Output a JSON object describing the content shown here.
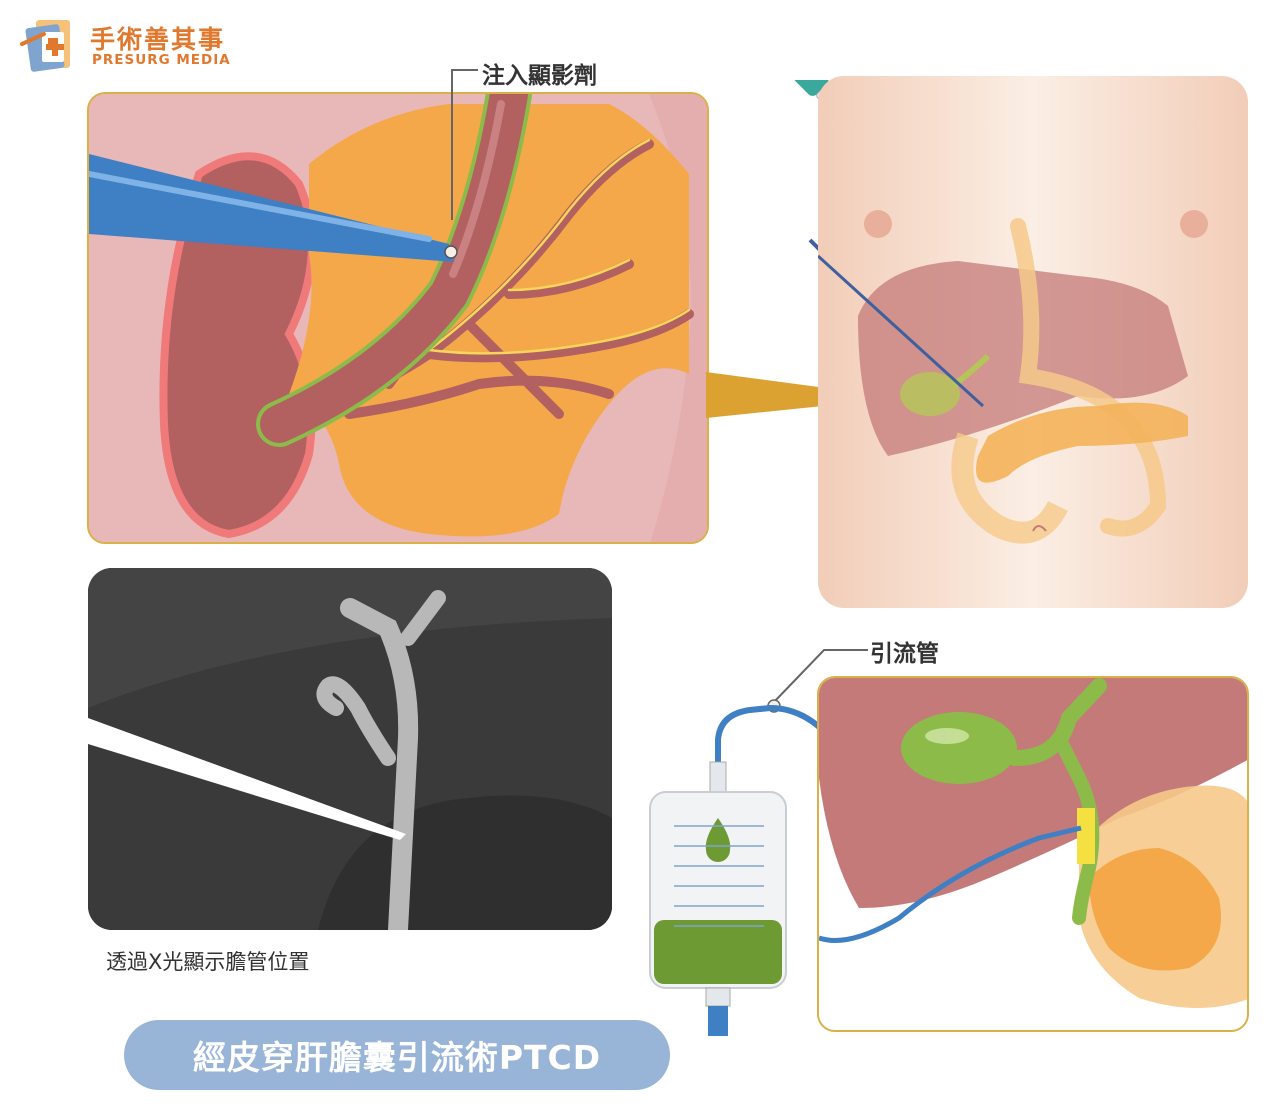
{
  "brand": {
    "name_cn": "手術善其事",
    "name_en": "PRESURG MEDIA"
  },
  "labels": {
    "contrast_injection": "注入顯影劑",
    "drain_tube": "引流管"
  },
  "caption": "透過X光顯示膽管位置",
  "title": "經皮穿肝膽囊引流術PTCD",
  "colors": {
    "brand_orange": "#e0782e",
    "panel_border": "#dbb04a",
    "title_pill": "#98b4d6",
    "needle_blue": "#3f7fc4",
    "bile_green": "#6d9a32",
    "organ_orange": "#f4a84a",
    "liver_red": "#b26060"
  }
}
